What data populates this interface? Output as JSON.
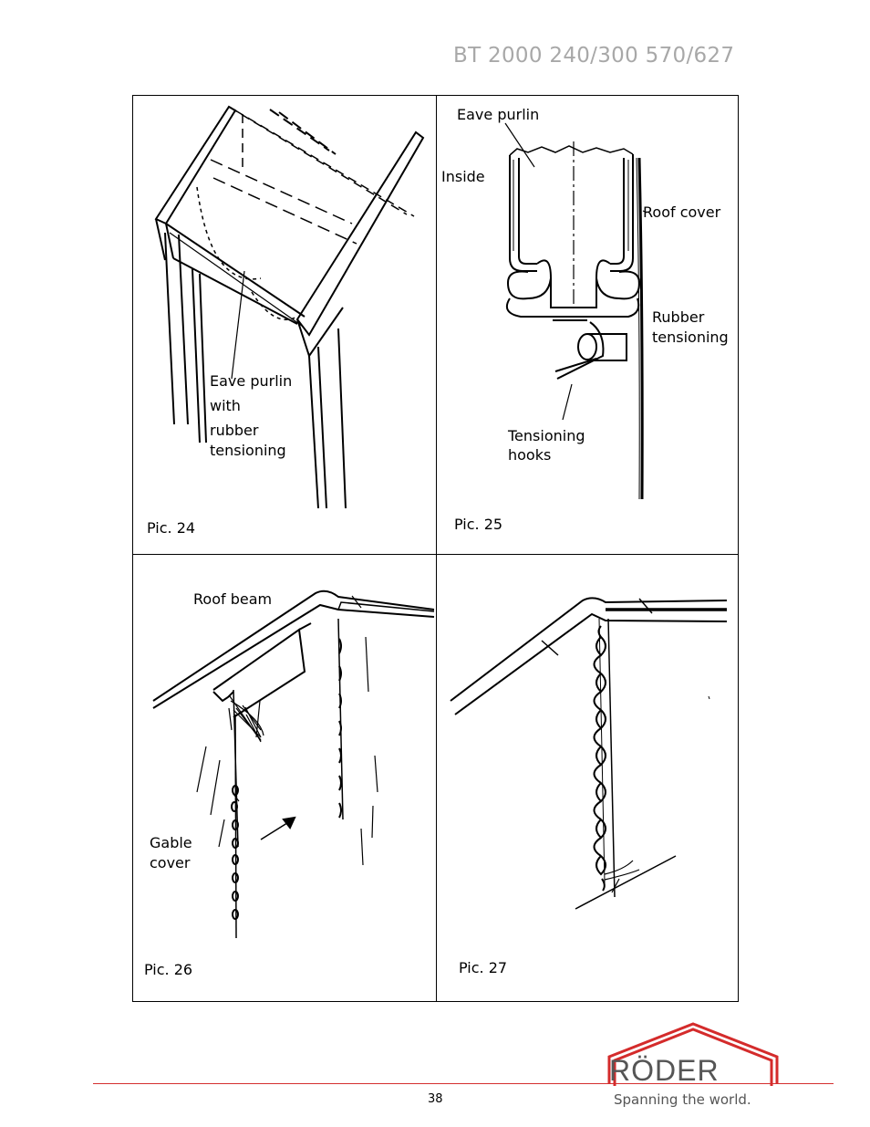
{
  "header": {
    "title": "BT 2000 240/300 570/627"
  },
  "figures": [
    {
      "caption": "Pic. 24",
      "labels": [
        "Eave purlin",
        "with",
        "rubber",
        "tensioning"
      ]
    },
    {
      "caption": "Pic. 25",
      "labels": [
        "Eave purlin",
        "Inside",
        "Roof cover",
        "Rubber",
        "tensioning",
        "Tensioning",
        "hooks"
      ]
    },
    {
      "caption": "Pic. 26",
      "labels": [
        "Roof beam",
        "Gable",
        "cover"
      ]
    },
    {
      "caption": "Pic. 27",
      "labels": []
    }
  ],
  "footer": {
    "page_number": "38",
    "logo_text": "RÖDER",
    "slogan": "Spanning the world.",
    "brand_color": "#d42b2b"
  }
}
